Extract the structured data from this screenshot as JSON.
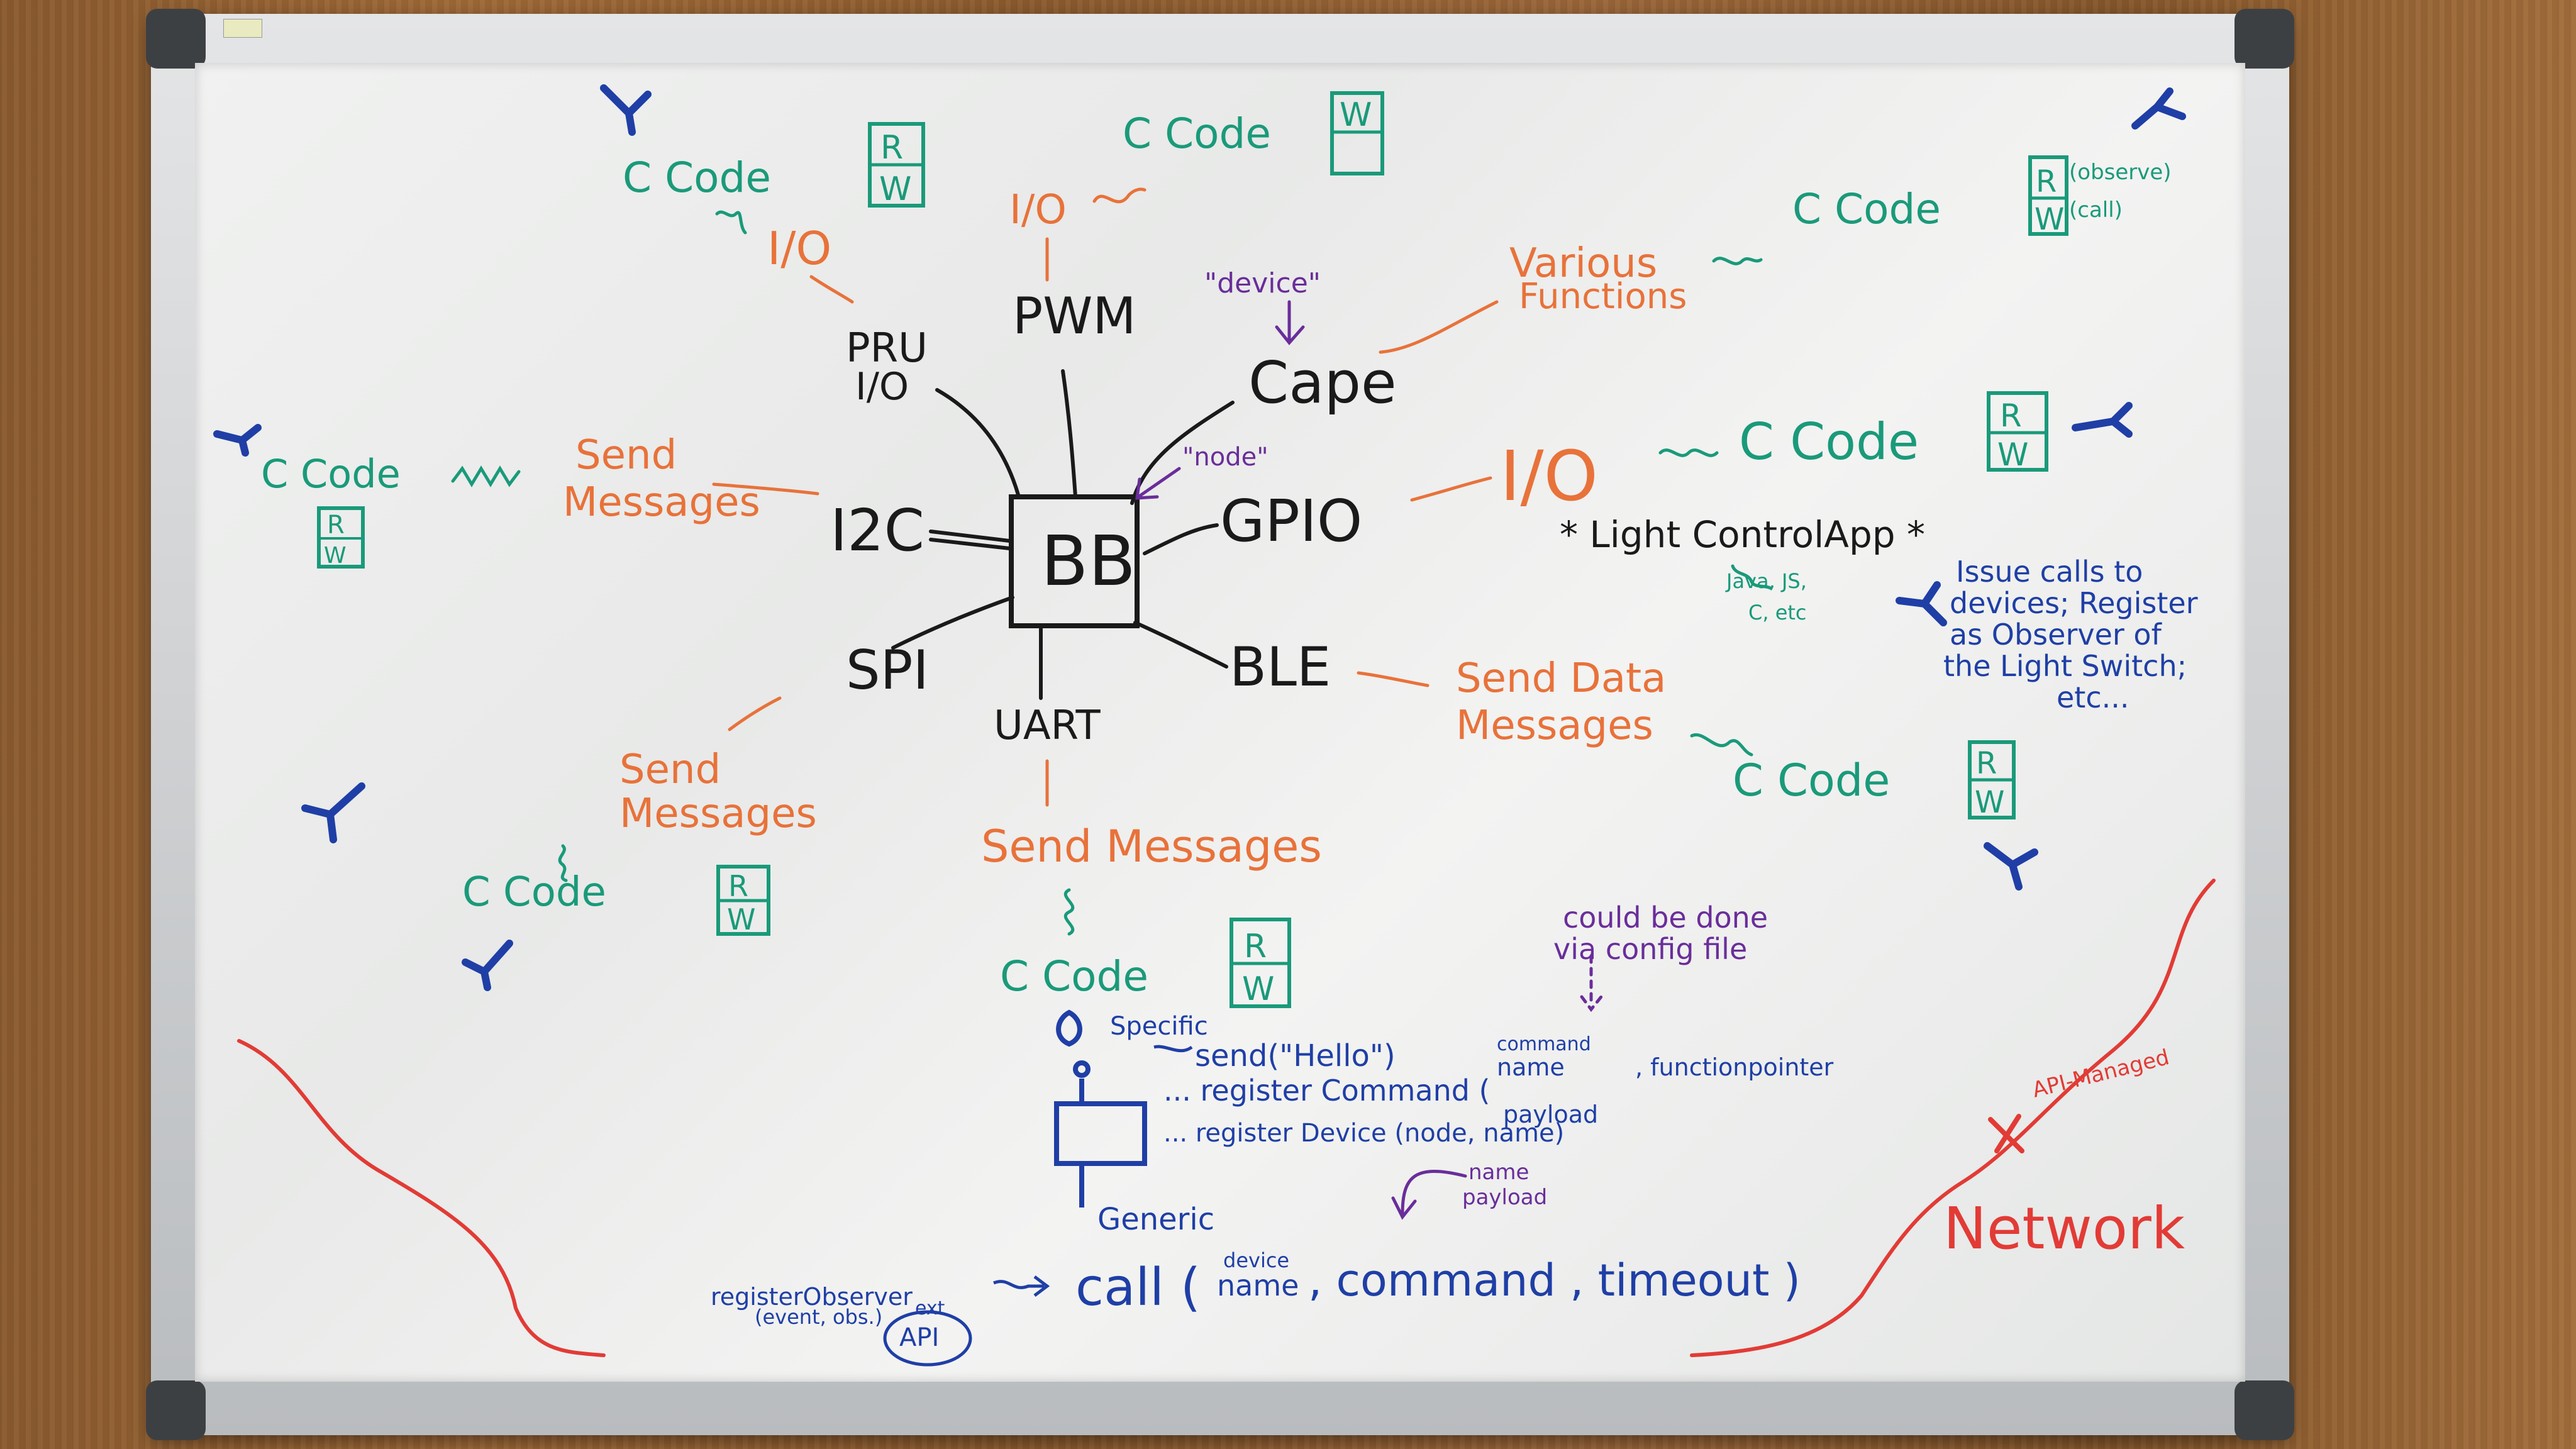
{
  "center": "BB",
  "nodes": {
    "pru": "PRU",
    "pru_io": "I/O",
    "pwm": "PWM",
    "cape": "Cape",
    "i2c": "I2C",
    "gpio": "GPIO",
    "spi": "SPI",
    "uart": "UART",
    "ble": "BLE"
  },
  "orange": {
    "io_pru": "I/O",
    "io_pwm": "I/O",
    "various": "Various",
    "functions": "Functions",
    "send_i2c_1": "Send",
    "send_i2c_2": "Messages",
    "io_gpio": "I/O",
    "send_ble_1": "Send   Data",
    "send_ble_2": "Messages",
    "send_spi_1": "Send",
    "send_spi_2": "Messages",
    "send_uart": "Send Messages"
  },
  "green": {
    "c_code": "C Code",
    "c_code_short": "C Code",
    "r": "R",
    "w": "W",
    "observe": "(observe)",
    "call": "(call)"
  },
  "purple": {
    "device": "\"device\"",
    "node": "\"node\"",
    "config_1": "could be done",
    "config_2": "via config file"
  },
  "black": {
    "light_app": "* Light ControlApp *",
    "java_js": "Java, JS,",
    "c_etc": "C, etc"
  },
  "blue": {
    "issue_1": "Issue calls to",
    "issue_2": "devices; Register",
    "issue_3": "as Observer of",
    "issue_4": "the Light Switch;",
    "issue_5": "etc...",
    "specific": "Specific",
    "send_hello": "send(\"Hello\")",
    "register_command": "... register Command (",
    "cmd_name_1": "command",
    "cmd_name_2": "name",
    "payload": "payload",
    "function_pointer": ", functionpointer",
    "register_device": "... register Device (node, name)",
    "generic": "Generic",
    "name_small": "name",
    "payload_small": "payload",
    "register_observer": "registerObserver",
    "event_obs": "(event, obs.)",
    "ext": "ext",
    "api": "API",
    "call": "call (",
    "device_name_1": "device",
    "device_name_2": "name",
    "command": ", command , timeout )"
  },
  "red": {
    "network": "Network",
    "api_managed": "API-Managed"
  },
  "colors": {
    "black": "#1a1a1a",
    "orange": "#e8723a",
    "green": "#1a9a7a",
    "blue": "#1f3fa6",
    "purple": "#6a2d9a",
    "red": "#e23b36"
  }
}
